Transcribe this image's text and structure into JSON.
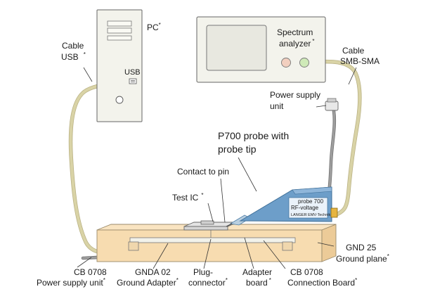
{
  "labels": {
    "pc": "PC",
    "usb_port": "USB",
    "cable_usb_1": "Cable",
    "cable_usb_2": "USB",
    "spectrum_1": "Spectrum",
    "spectrum_2": "analyzer",
    "cable_sma_1": "Cable",
    "cable_sma_2": "SMB-SMA",
    "power_supply_1": "Power supply",
    "power_supply_2": "unit",
    "probe_1": "P700 probe with",
    "probe_2": "probe tip",
    "contact_to_pin": "Contact to pin",
    "test_ic": "Test IC",
    "gnd25_1": "GND 25",
    "gnd25_2": "Ground plane",
    "cb0708_psu_1": "CB 0708",
    "cb0708_psu_2": "Power supply unit",
    "gnda_1": "GNDA 02",
    "gnda_2": "Ground Adapter",
    "plug_1": "Plug-",
    "plug_2": "connector",
    "adapter_1": "Adapter",
    "adapter_2": "board",
    "cb0708_conn_1": "CB 0708",
    "cb0708_conn_2": "Connection Board",
    "asterisk": "*"
  },
  "probe_box": {
    "line1": "probe 700",
    "line2": "RF-voltage",
    "line3": "LANGER EMV-Technik"
  },
  "colors": {
    "device_fill": "#f3f3ec",
    "device_stroke": "#666666",
    "screen_fill": "#e8e8e0",
    "knob_pink": "#f2cfbf",
    "knob_green": "#cfeab8",
    "board_fill": "#f7dcb0",
    "probe_fill": "#6d9ec9",
    "probe_dark": "#4f7fa8",
    "cable_yellow": "#d9d3a6",
    "cable_grey": "#9e9e9e"
  }
}
